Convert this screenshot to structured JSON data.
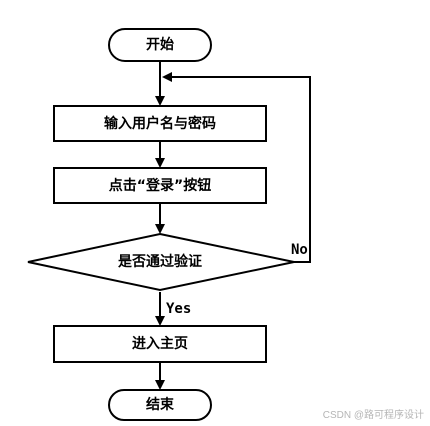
{
  "flowchart": {
    "nodes": {
      "start": "开始",
      "input_credentials": "输入用户名与密码",
      "click_login": "点击“登录”按钮",
      "verify_decision": "是否通过验证",
      "enter_home": "进入主页",
      "end": "结束"
    },
    "edges": {
      "no_label": "No",
      "yes_label": "Yes"
    }
  },
  "watermark": "CSDN @路可程序设计",
  "colors": {
    "line": "#000000",
    "fill": "#ffffff",
    "watermark": "#b5b5b5"
  }
}
